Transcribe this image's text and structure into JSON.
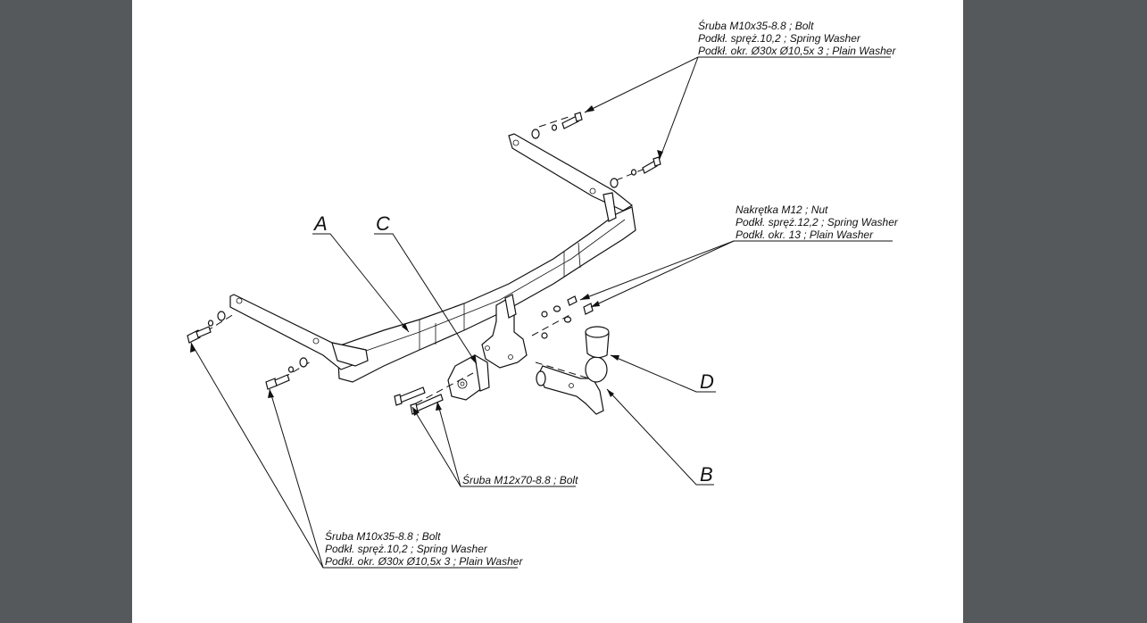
{
  "letters": {
    "a": "A",
    "b": "B",
    "c": "C",
    "d": "D"
  },
  "callout_top_right": {
    "line1": "Śruba M10x35-8.8 ;  Bolt",
    "line2": "Podkł. spręż.10,2 ; Spring Washer",
    "line3": "Podkł. okr.  Ø30x Ø10,5x 3 ; Plain Washer"
  },
  "callout_nut": {
    "line1": "Nakrętka  M12 ; Nut",
    "line2": "Podkł. spręż.12,2 ; Spring Washer",
    "line3": "Podkł. okr. 13 ; Plain Washer"
  },
  "callout_center_bolt": {
    "line1": "Śruba M12x70-8.8 ;  Bolt"
  },
  "callout_bottom_left": {
    "line1": "Śruba M10x35-8.8 ;  Bolt",
    "line2": "Podkł. spręż.10,2 ; Spring Washer",
    "line3": "Podkł. okr.  Ø30x Ø10,5x 3 ; Plain Washer"
  },
  "colors": {
    "background": "#55595c",
    "paper": "#ffffff",
    "ink": "#111111"
  }
}
